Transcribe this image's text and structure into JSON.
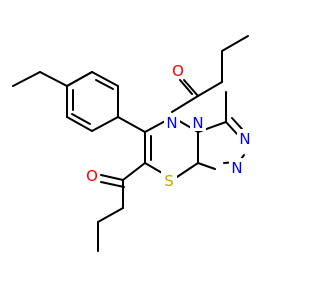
{
  "molecule": {
    "atom_labels": {
      "oxygen_top": "O",
      "oxygen_left": "O",
      "nitrogen_ring": "N",
      "nitrogen_fused": "N",
      "nitrogen_triazole_1": "N",
      "nitrogen_triazole_2": "N",
      "sulfur": "S"
    },
    "colors": {
      "bond": "#000000",
      "oxygen": "#ff0000",
      "nitrogen": "#0000ff",
      "sulfur": "#c8a400"
    }
  }
}
